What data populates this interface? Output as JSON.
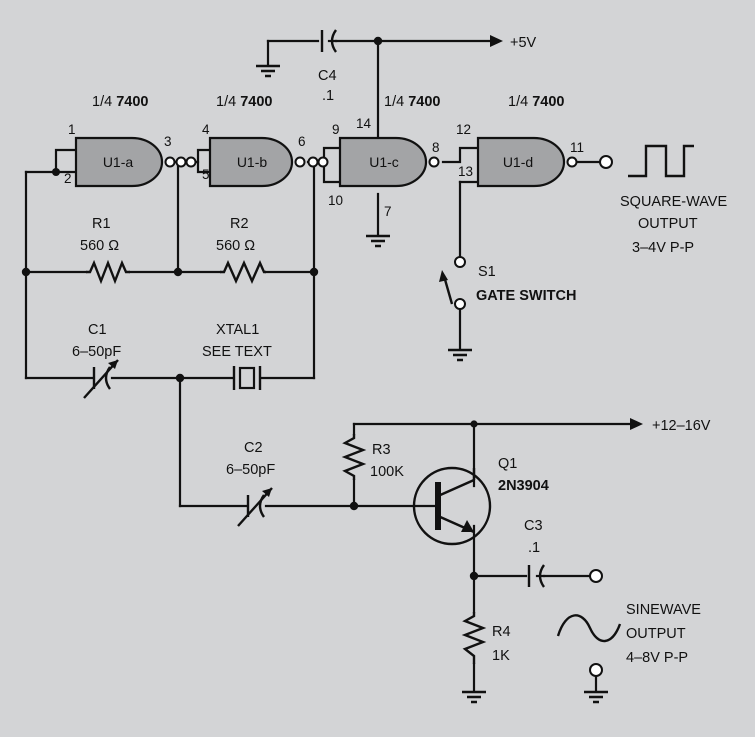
{
  "gates": {
    "a": {
      "header": "1/4",
      "part": "7400",
      "name": "U1-a",
      "pin_in1": "1",
      "pin_in2": "2",
      "pin_out": "3"
    },
    "b": {
      "header": "1/4",
      "part": "7400",
      "name": "U1-b",
      "pin_in1": "4",
      "pin_in2": "5",
      "pin_out": "6"
    },
    "c": {
      "header": "1/4",
      "part": "7400",
      "name": "U1-c",
      "pin_in1": "9",
      "pin_in2": "10",
      "pin_out": "8",
      "pin_vcc": "14",
      "pin_gnd": "7"
    },
    "d": {
      "header": "1/4",
      "part": "7400",
      "name": "U1-d",
      "pin_in1": "12",
      "pin_in2": "13",
      "pin_out": "11"
    }
  },
  "components": {
    "c4": {
      "ref": "C4",
      "value": ".1"
    },
    "r1": {
      "ref": "R1",
      "value": "560 Ω"
    },
    "r2": {
      "ref": "R2",
      "value": "560 Ω"
    },
    "c1": {
      "ref": "C1",
      "value": "6–50pF"
    },
    "xtal1": {
      "ref": "XTAL1",
      "value": "SEE TEXT"
    },
    "c2": {
      "ref": "C2",
      "value": "6–50pF"
    },
    "r3": {
      "ref": "R3",
      "value": "100K"
    },
    "q1": {
      "ref": "Q1",
      "value": "2N3904"
    },
    "c3": {
      "ref": "C3",
      "value": ".1"
    },
    "r4": {
      "ref": "R4",
      "value": "1K"
    },
    "s1": {
      "ref": "S1",
      "value": "GATE SWITCH"
    }
  },
  "supplies": {
    "v5": "+5V",
    "v12": "+12–16V"
  },
  "outputs": {
    "square": [
      "SQUARE-WAVE",
      "OUTPUT",
      "3–4V P-P"
    ],
    "sine": [
      "SINEWAVE",
      "OUTPUT",
      "4–8V P-P"
    ]
  }
}
